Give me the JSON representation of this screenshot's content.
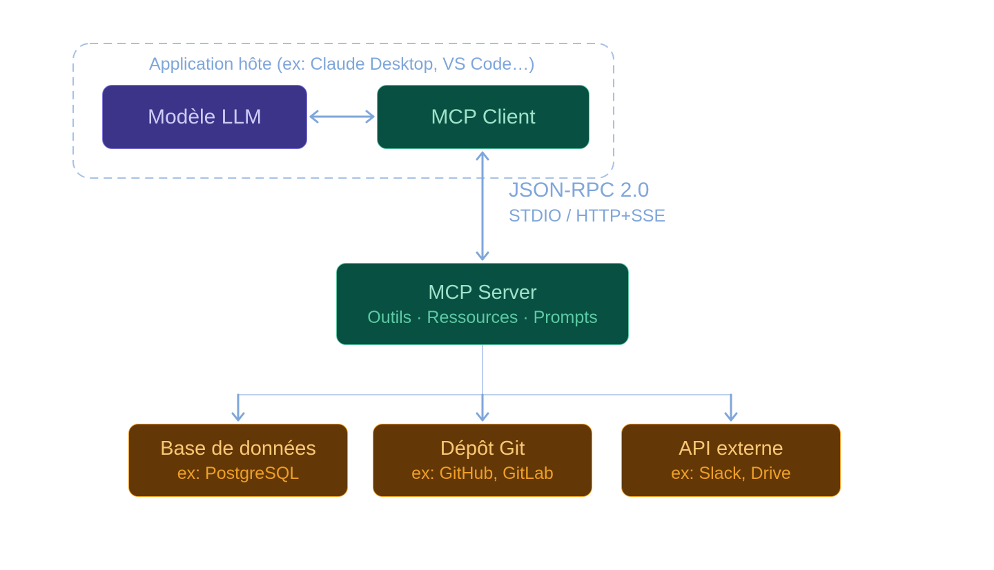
{
  "host": {
    "label": "Application hôte (ex: Claude Desktop, VS Code…)"
  },
  "nodes": {
    "llm": {
      "title": "Modèle LLM"
    },
    "client": {
      "title": "MCP Client"
    },
    "server": {
      "title": "MCP Server",
      "subtitle": "Outils · Ressources · Prompts"
    }
  },
  "protocol": {
    "title": "JSON-RPC 2.0",
    "transport": "STDIO / HTTP+SSE"
  },
  "resources": [
    {
      "title": "Base de données",
      "example": "ex: PostgreSQL"
    },
    {
      "title": "Dépôt Git",
      "example": "ex: GitHub, GitLab"
    },
    {
      "title": "API externe",
      "example": "ex: Slack, Drive"
    }
  ],
  "edges": [
    {
      "from": "llm",
      "to": "client",
      "type": "bidirectional"
    },
    {
      "from": "client",
      "to": "server",
      "type": "bidirectional",
      "label": "JSON-RPC 2.0"
    },
    {
      "from": "server",
      "to": "resource-0",
      "type": "directed"
    },
    {
      "from": "server",
      "to": "resource-1",
      "type": "directed"
    },
    {
      "from": "server",
      "to": "resource-2",
      "type": "directed"
    }
  ],
  "colors": {
    "connector": "#7fa6da",
    "llm_fill": "#3c3489",
    "mcp_fill": "#085041",
    "resource_fill": "#633806"
  }
}
